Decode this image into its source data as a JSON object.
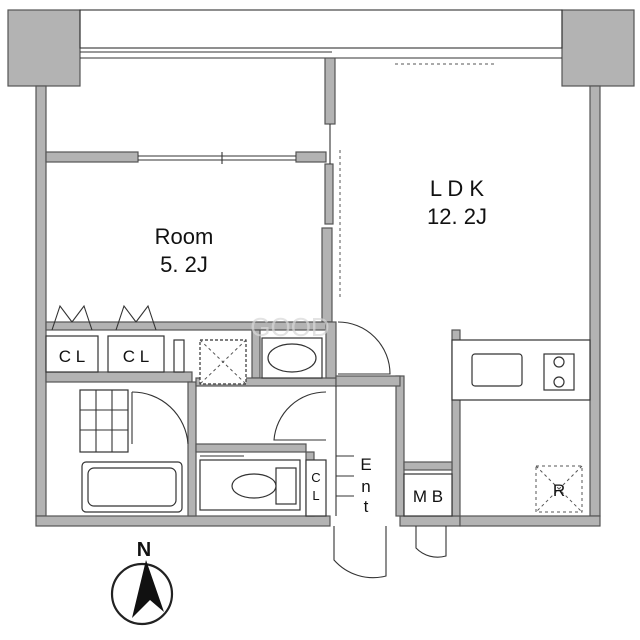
{
  "rooms": {
    "ldk": {
      "name": "L D K",
      "size": "12. 2J"
    },
    "room": {
      "name": "Room",
      "size": "5. 2J"
    }
  },
  "labels": {
    "cl_left": "C L",
    "cl_right": "C L",
    "cl_small_top": "C",
    "cl_small_bottom": "L",
    "entrance": [
      "E",
      "n",
      "t"
    ],
    "mb": "M B",
    "fridge": "R",
    "north": "N"
  },
  "watermark": "GOOD"
}
